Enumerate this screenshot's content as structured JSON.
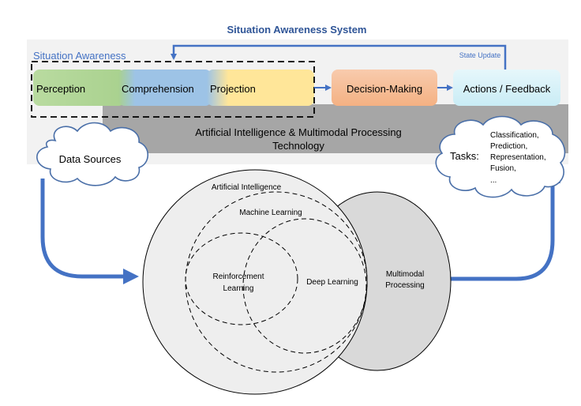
{
  "title": "Situation Awareness System",
  "panel": {
    "label": "Situation Awareness",
    "state_update": "State Update",
    "band_line1": "Artificial Intelligence & Multimodal Processing",
    "band_line2": "Technology"
  },
  "stages": {
    "perception": "Perception",
    "comprehension": "Comprehension",
    "projection": "Projection",
    "decision": "Decision-Making",
    "actions": "Actions / Feedback"
  },
  "data_sources": "Data Sources",
  "tasks": {
    "label": "Tasks:",
    "items": [
      "Classification,",
      "Prediction,",
      "Representation,",
      "Fusion,",
      "..."
    ]
  },
  "venn": {
    "ai": "Artificial Intelligence",
    "ml": "Machine Learning",
    "rl_line1": "Reinforcement",
    "rl_line2": "Learning",
    "dl": "Deep Learning",
    "mm_line1": "Multimodal",
    "mm_line2": "Processing"
  },
  "colors": {
    "title": "#2f5597",
    "arrow": "#4472c4",
    "perception": "#a9d18e",
    "comprehension": "#9dc3e6",
    "projection": "#ffe699",
    "decision": "#f4b183",
    "actions": "#d9f2f7",
    "band": "#a6a6a6",
    "multimodal": "#d9d9d9",
    "ai_circle": "#eeeeee"
  }
}
